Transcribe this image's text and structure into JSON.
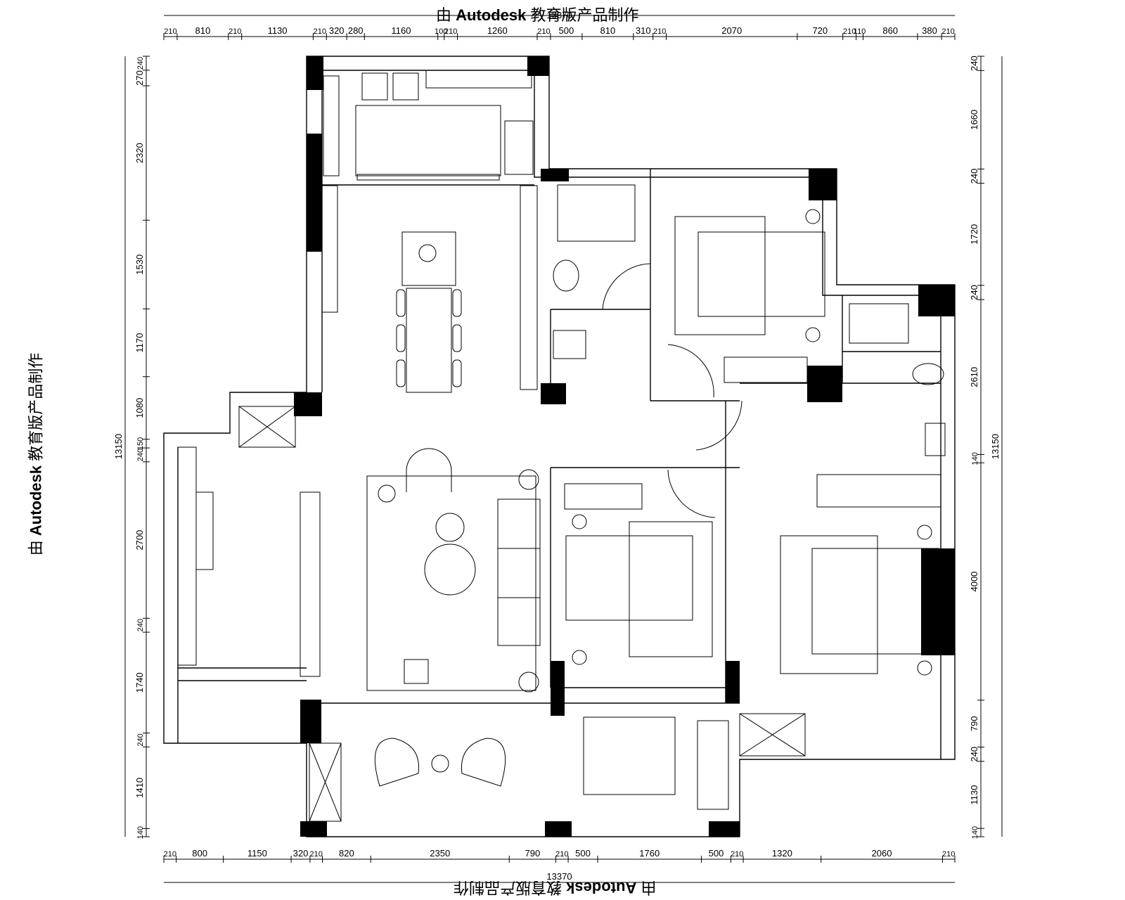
{
  "watermark": {
    "prefix": "由 ",
    "brand": "Autodesk",
    "suffix": " 教育版产品制作"
  },
  "dims": {
    "top_total": "13370",
    "top": [
      "210",
      "810",
      "210",
      "1130",
      "210",
      "320",
      "280",
      "1160",
      "100",
      "210",
      "1260",
      "210",
      "500",
      "810",
      "310",
      "210",
      "2070",
      "720",
      "210",
      "110",
      "860",
      "380",
      "210"
    ],
    "bottom_total": "13370",
    "bottom": [
      "210",
      "800",
      "1150",
      "320",
      "210",
      "820",
      "2350",
      "790",
      "210",
      "500",
      "1760",
      "500",
      "210",
      "1320",
      "2060",
      "210"
    ],
    "left_total": "13150",
    "left": [
      "240",
      "270",
      "2320",
      "1530",
      "1170",
      "1080",
      "150",
      "240",
      "2700",
      "240",
      "1740",
      "240",
      "1410",
      "140"
    ],
    "right_total": "13150",
    "right": [
      "240",
      "1660",
      "240",
      "1720",
      "240",
      "2610",
      "140",
      "4000",
      "790",
      "240",
      "1130",
      "140"
    ]
  }
}
